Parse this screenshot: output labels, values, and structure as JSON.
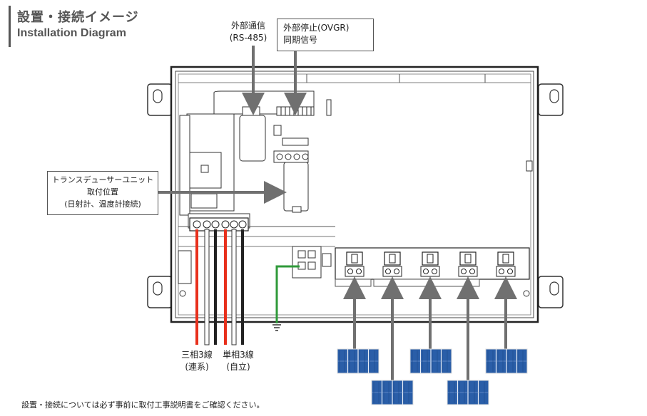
{
  "header": {
    "title_jp": "設置・接続イメージ",
    "title_en": "Installation Diagram"
  },
  "callouts": {
    "comm": {
      "line1": "外部通信",
      "line2": "(RS-485)"
    },
    "stop": {
      "line1": "外部停止(OVGR)",
      "line2": "同期信号"
    },
    "transducer": {
      "line1": "トランスデューサーユニット",
      "line2": "取付位置",
      "line3": "(日射計、温度計接続)"
    }
  },
  "outputs": {
    "three_phase": {
      "line1": "三相3線",
      "line2": "(連系)"
    },
    "single_phase": {
      "line1": "単相3線",
      "line2": "(自立)"
    }
  },
  "footnote": "設置・接続については必ず事前に取付工事説明書をご確認ください。",
  "colors": {
    "panel_blue": "#2a5ea8",
    "wire_red": "#e8301c",
    "wire_black": "#222222",
    "wire_white": "#ffffff",
    "ground_green": "#2f9a3a",
    "arrow_gray": "#707070"
  },
  "solar_panel_count": 5
}
